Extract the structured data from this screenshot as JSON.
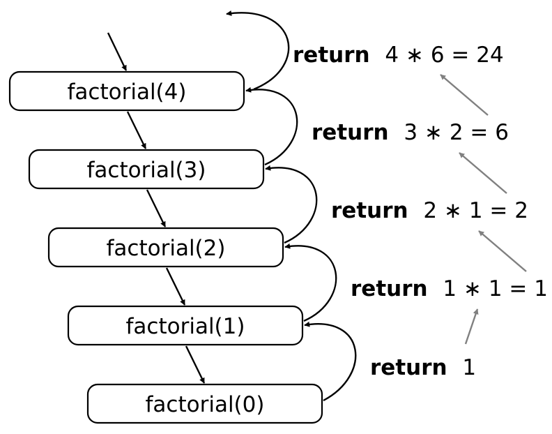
{
  "calls": [
    {
      "label": "factorial(4)"
    },
    {
      "label": "factorial(3)"
    },
    {
      "label": "factorial(2)"
    },
    {
      "label": "factorial(1)"
    },
    {
      "label": "factorial(0)"
    }
  ],
  "returns": [
    {
      "keyword": "return",
      "expr": "4 ∗ 6 = 24"
    },
    {
      "keyword": "return",
      "expr": "3 ∗ 2 = 6"
    },
    {
      "keyword": "return",
      "expr": "2 ∗ 1 = 2"
    },
    {
      "keyword": "return",
      "expr": "1 ∗ 1 = 1"
    },
    {
      "keyword": "return",
      "expr": "1"
    }
  ],
  "colors": {
    "box_stroke": "#000000",
    "call_arrow": "#000000",
    "return_arrow": "#808080",
    "text": "#000000"
  }
}
